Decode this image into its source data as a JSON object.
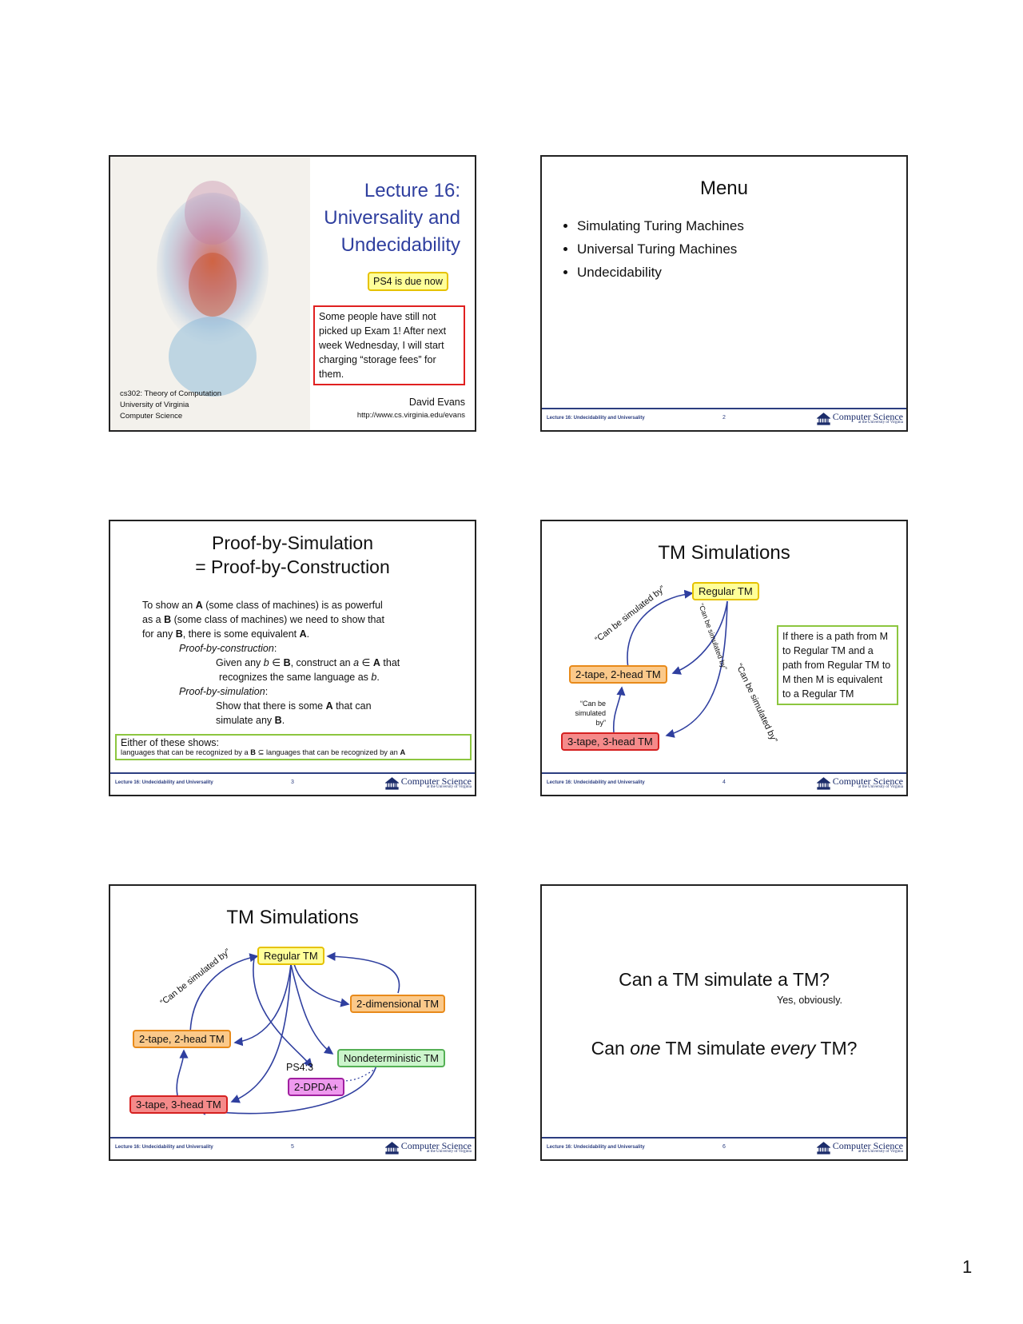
{
  "footer_label": "Lecture 16: Undecidability and Universality",
  "cs_logo": {
    "name": "Computer Science",
    "sub": "at the University of Virginia"
  },
  "slide1": {
    "title_lines": [
      "Lecture 16:",
      "Universality and",
      "Undecidability"
    ],
    "ps4_note": "PS4 is due now",
    "exam_note": "Some people have still not picked up Exam 1!  After next week Wednesday, I will start charging “storage fees” for them.",
    "course": [
      "cs302: Theory of Computation",
      "University of Virginia",
      "Computer Science"
    ],
    "author": "David Evans",
    "url": "http://www.cs.virginia.edu/evans"
  },
  "slide2": {
    "title": "Menu",
    "bullets": [
      "Simulating Turing Machines",
      "Universal Turing Machines",
      "Undecidability"
    ],
    "page": "2"
  },
  "slide3": {
    "title_lines": [
      "Proof-by-Simulation",
      "= Proof-by-Construction"
    ],
    "intro": [
      [
        "To show an ",
        "A",
        " (some class of machines) is as powerful"
      ],
      [
        "as a ",
        "B",
        " (some class of machines) we need to show that"
      ],
      [
        "for any ",
        "B",
        ", there is some equivalent ",
        "A",
        "."
      ]
    ],
    "construction_label": "Proof-by-construction",
    "construction_text": [
      "Given any ",
      "b",
      " ∈ ",
      "B",
      ", construct an ",
      "a",
      " ∈ ",
      "A",
      " that"
    ],
    "construction_text2": [
      "recognizes the same language as ",
      "b",
      "."
    ],
    "simulation_label": "Proof-by-simulation",
    "simulation_text": [
      "Show that there is some ",
      "A",
      " that can"
    ],
    "simulation_text2": [
      "simulate any ",
      "B",
      "."
    ],
    "either": "Either of these shows:",
    "either_line": [
      "languages that can be recognized by a ",
      "B",
      " ⊆ languages that can be recognized by an ",
      "A"
    ],
    "page": "3"
  },
  "slide4": {
    "title": "TM Simulations",
    "nodes": {
      "regular": "Regular TM",
      "two_tape": "2-tape, 2-head TM",
      "three_tape": "3-tape, 3-head TM"
    },
    "edge_label": "“Can be simulated by”",
    "edge_label_small": "“Can be simulated by”",
    "side_note": "If there is a path from M to Regular TM and a path from Regular TM to M then M is equivalent to a Regular TM",
    "page": "4"
  },
  "slide5": {
    "title": "TM Simulations",
    "nodes": {
      "regular": "Regular TM",
      "two_dim": "2-dimensional TM",
      "two_tape": "2-tape, 2-head TM",
      "nondet": "Nondeterministic TM",
      "ps4": "PS4:3",
      "dpda": "2-DPDA+",
      "three_tape": "3-tape, 3-head TM"
    },
    "edge_label": "“Can be simulated by”",
    "page": "5"
  },
  "slide6": {
    "q1": "Can a TM simulate a TM?",
    "a1": "Yes, obviously.",
    "q2_parts": [
      "Can ",
      "one",
      " TM simulate ",
      "every",
      " TM?"
    ],
    "page": "6"
  },
  "page_number": "1"
}
